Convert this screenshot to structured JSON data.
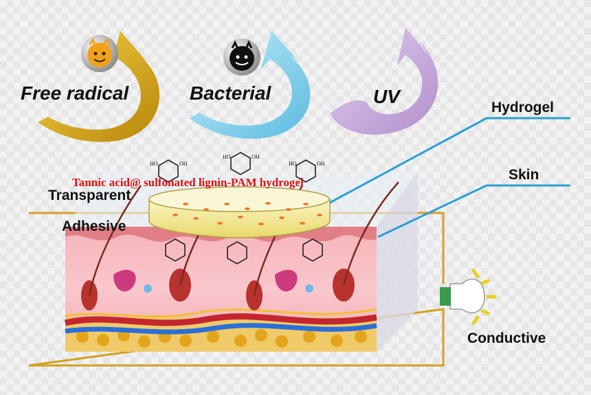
{
  "threats": [
    {
      "label": "Free radical",
      "color": "#d6a10a"
    },
    {
      "label": "Bacterial",
      "color": "#7fcfe6"
    },
    {
      "label": "UV",
      "color": "#c4a6d8"
    }
  ],
  "callouts": {
    "hydrogel": "Hydrogel",
    "skin": "Skin",
    "conductive": "Conductive"
  },
  "properties": {
    "transparent": "Transparent",
    "adhesive": "Adhesive"
  },
  "material_title": "Tannic acid@ sulfonated lignin-PAM hydrogel",
  "molecule_labels": {
    "hydroxyl": "HO",
    "hydroxyl_right": "OH"
  },
  "colors": {
    "circuit": "#d4a020",
    "leader": "#2a9fd0",
    "hydrogel_disc": "#f4ec9a",
    "skin": "#f3a0a8",
    "title_red": "#e01010"
  }
}
